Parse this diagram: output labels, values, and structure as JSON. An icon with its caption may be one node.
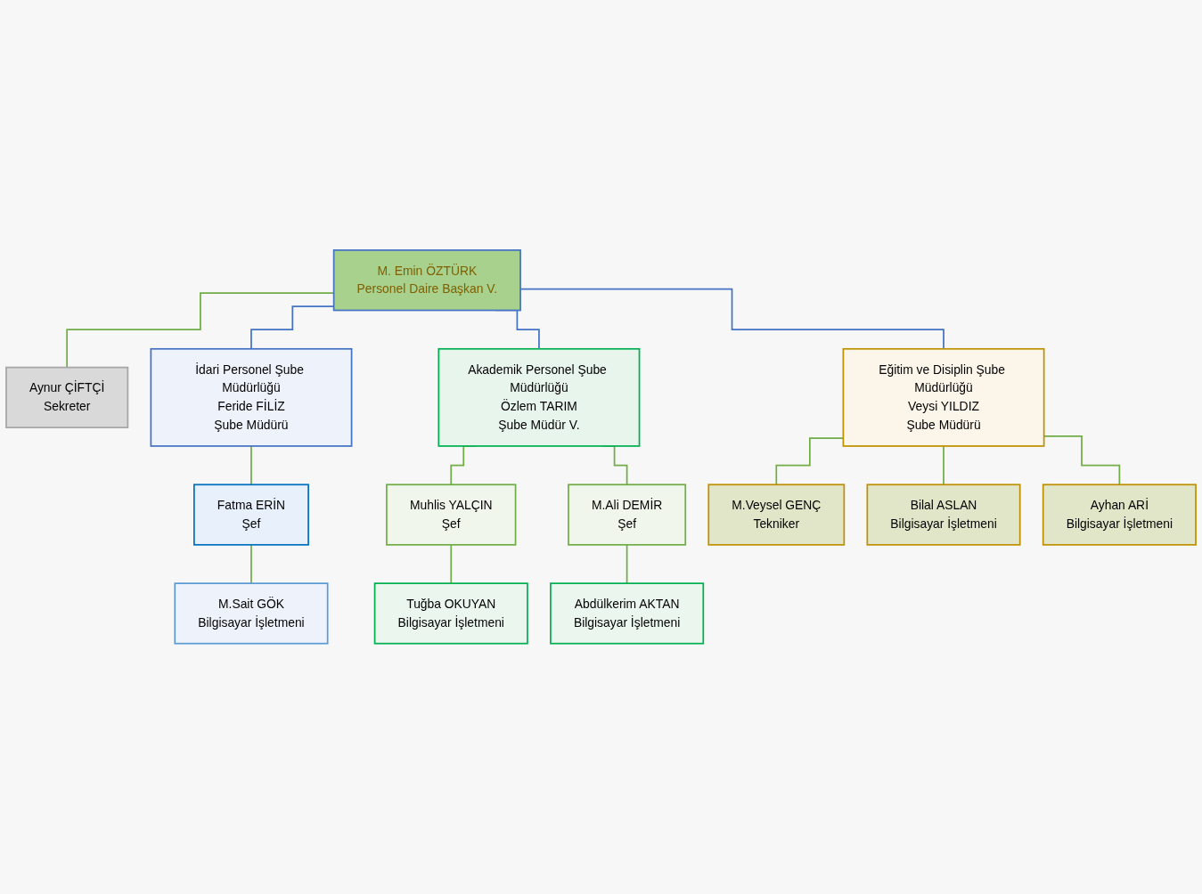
{
  "diagram": {
    "nodes": [
      {
        "text": [
          "M. Emin ÖZTÜRK",
          "Personel Daire Başkan V."
        ]
      },
      {
        "text": [
          "Aynur ÇİFTÇİ",
          "Sekreter"
        ]
      },
      {
        "text": [
          "İdari Personel Şube Müdürlüğü",
          "Feride FİLİZ",
          "Şube Müdürü"
        ]
      },
      {
        "text": [
          "Akademik Personel Şube Müdürlüğü",
          "Özlem TARIM",
          "Şube Müdür V."
        ]
      },
      {
        "text": [
          "Eğitim ve Disiplin Şube Müdürlüğü",
          "Veysi YILDIZ",
          "Şube Müdürü"
        ]
      },
      {
        "text": [
          "Fatma ERİN",
          "Şef"
        ]
      },
      {
        "text": [
          "Muhlis YALÇIN",
          "Şef"
        ]
      },
      {
        "text": [
          "M.Ali DEMİR",
          "Şef"
        ]
      },
      {
        "text": [
          "M.Veysel GENÇ",
          "Tekniker"
        ]
      },
      {
        "text": [
          "Bilal ASLAN",
          "Bilgisayar İşletmeni"
        ]
      },
      {
        "text": [
          "Ayhan ARİ",
          "Bilgisayar İşletmeni"
        ]
      },
      {
        "text": [
          "M.Sait GÖK",
          "Bilgisayar İşletmeni"
        ]
      },
      {
        "text": [
          "Tuğba OKUYAN",
          "Bilgisayar İşletmeni"
        ]
      },
      {
        "text": [
          "Abdülkerim AKTAN",
          "Bilgisayar İşletmeni"
        ]
      }
    ],
    "edges": [
      {
        "from": 0,
        "to": 1,
        "arrow": "none"
      },
      {
        "from": 0,
        "to": 2,
        "arrow": "none",
        "color": "#4472c4"
      },
      {
        "from": 0,
        "to": 3,
        "arrow": "none",
        "color": "#4472c4"
      },
      {
        "from": 0,
        "to": 4,
        "arrow": "none",
        "color": "#4472c4"
      },
      {
        "from": 2,
        "to": 5,
        "arrow": "none"
      },
      {
        "from": 3,
        "to": 6,
        "arrow": "none"
      },
      {
        "from": 3,
        "to": 7,
        "arrow": "none"
      },
      {
        "from": 4,
        "to": 8,
        "arrow": "none"
      },
      {
        "from": 4,
        "to": 9,
        "arrow": "none"
      },
      {
        "from": 4,
        "to": 10,
        "arrow": "none"
      },
      {
        "from": 5,
        "to": 11,
        "arrow": "none"
      },
      {
        "from": 6,
        "to": 12,
        "arrow": "none"
      },
      {
        "from": 7,
        "to": 13,
        "arrow": "none"
      }
    ]
  }
}
